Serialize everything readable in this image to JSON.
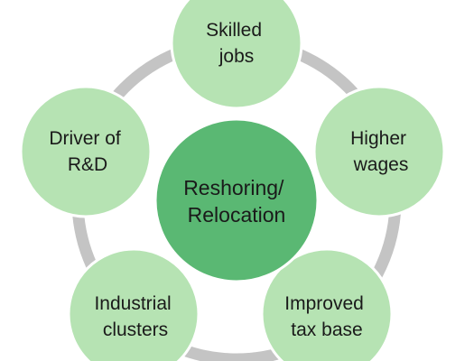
{
  "colors": {
    "center_fill": "#5ab873",
    "outer_fill": "#b6e3b3",
    "ring": "#c4c4c4",
    "stroke": "#ffffff",
    "text": "#1a1a1a"
  },
  "center": {
    "line1": "Reshoring/",
    "line2": "Relocation"
  },
  "nodes": [
    {
      "line1": "Skilled",
      "line2": "jobs"
    },
    {
      "line1": "Higher",
      "line2": "wages"
    },
    {
      "line1": "Improved",
      "line2": "tax base"
    },
    {
      "line1": "Industrial",
      "line2": "clusters"
    },
    {
      "line1": "Driver of",
      "line2": "R&D"
    }
  ]
}
